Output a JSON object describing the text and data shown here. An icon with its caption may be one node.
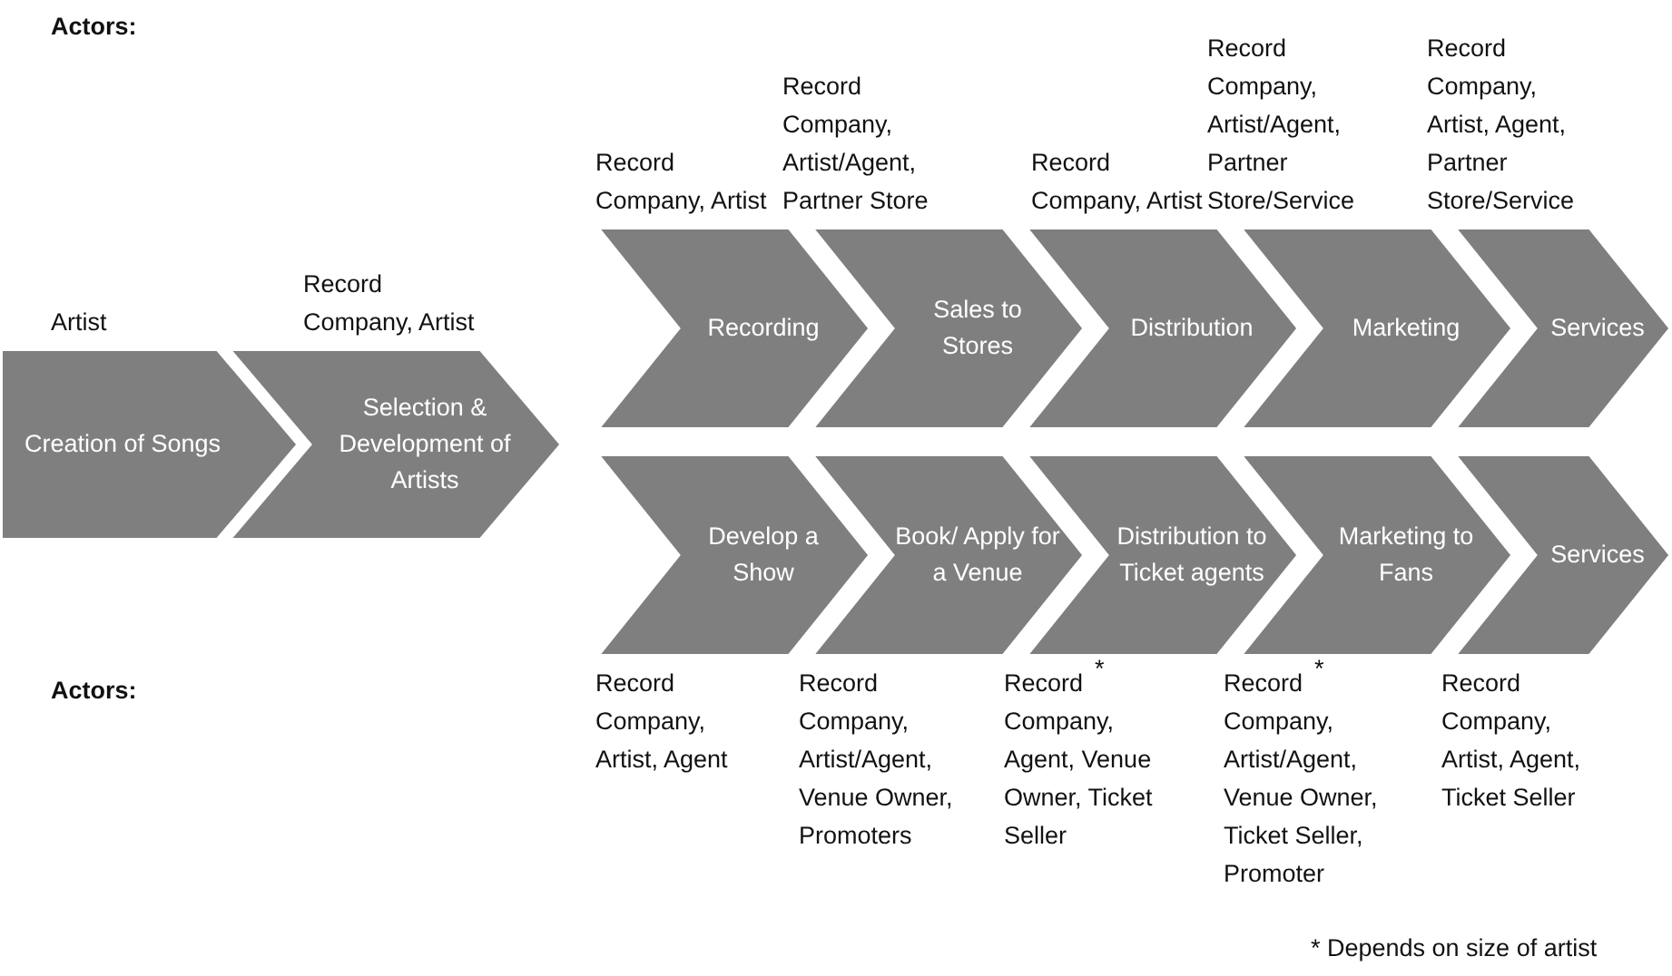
{
  "diagram": {
    "nodes": [
      {
        "text": [
          "Creation of Songs"
        ],
        "beside": [
          "Artist"
        ]
      },
      {
        "text": [
          "Selection & Development of Artists"
        ],
        "beside": [
          "Record Company, Artist"
        ]
      },
      {
        "text": [
          "Recording"
        ],
        "beside": [
          "Record Company, Artist"
        ]
      },
      {
        "text": [
          "Sales to Stores"
        ],
        "beside": [
          "Record Company, Artist/Agent, Partner Store"
        ]
      },
      {
        "text": [
          "Distribution"
        ],
        "beside": [
          "Record Company, Artist"
        ]
      },
      {
        "text": [
          "Marketing"
        ],
        "beside": [
          "Record Company, Artist/Agent, Partner Store/Service"
        ]
      },
      {
        "text": [
          "Services"
        ],
        "beside": [
          "Record Company, Artist, Agent, Partner Store/Service"
        ]
      },
      {
        "text": [
          "Develop a Show"
        ],
        "beside": [
          "Record Company, Artist, Agent"
        ]
      },
      {
        "text": [
          "Book/ Apply for a Venue"
        ],
        "beside": [
          "Record Company, Artist/Agent, Venue Owner, Promoters"
        ]
      },
      {
        "text": [
          "Distribution to Ticket agents"
        ],
        "beside": [
          "Record Company, Agent, Venue Owner, Ticket Seller",
          "*"
        ]
      },
      {
        "text": [
          "Marketing to Fans"
        ],
        "beside": [
          "Record Company, Artist/Agent, Venue Owner, Ticket Seller, Promoter",
          "*"
        ]
      },
      {
        "text": [
          "Services"
        ],
        "beside": [
          "Record Company, Artist, Agent, Ticket Seller"
        ]
      }
    ],
    "edges": [],
    "labels": [
      "Actors:",
      "Actors:",
      "* Depends on size of artist"
    ]
  }
}
